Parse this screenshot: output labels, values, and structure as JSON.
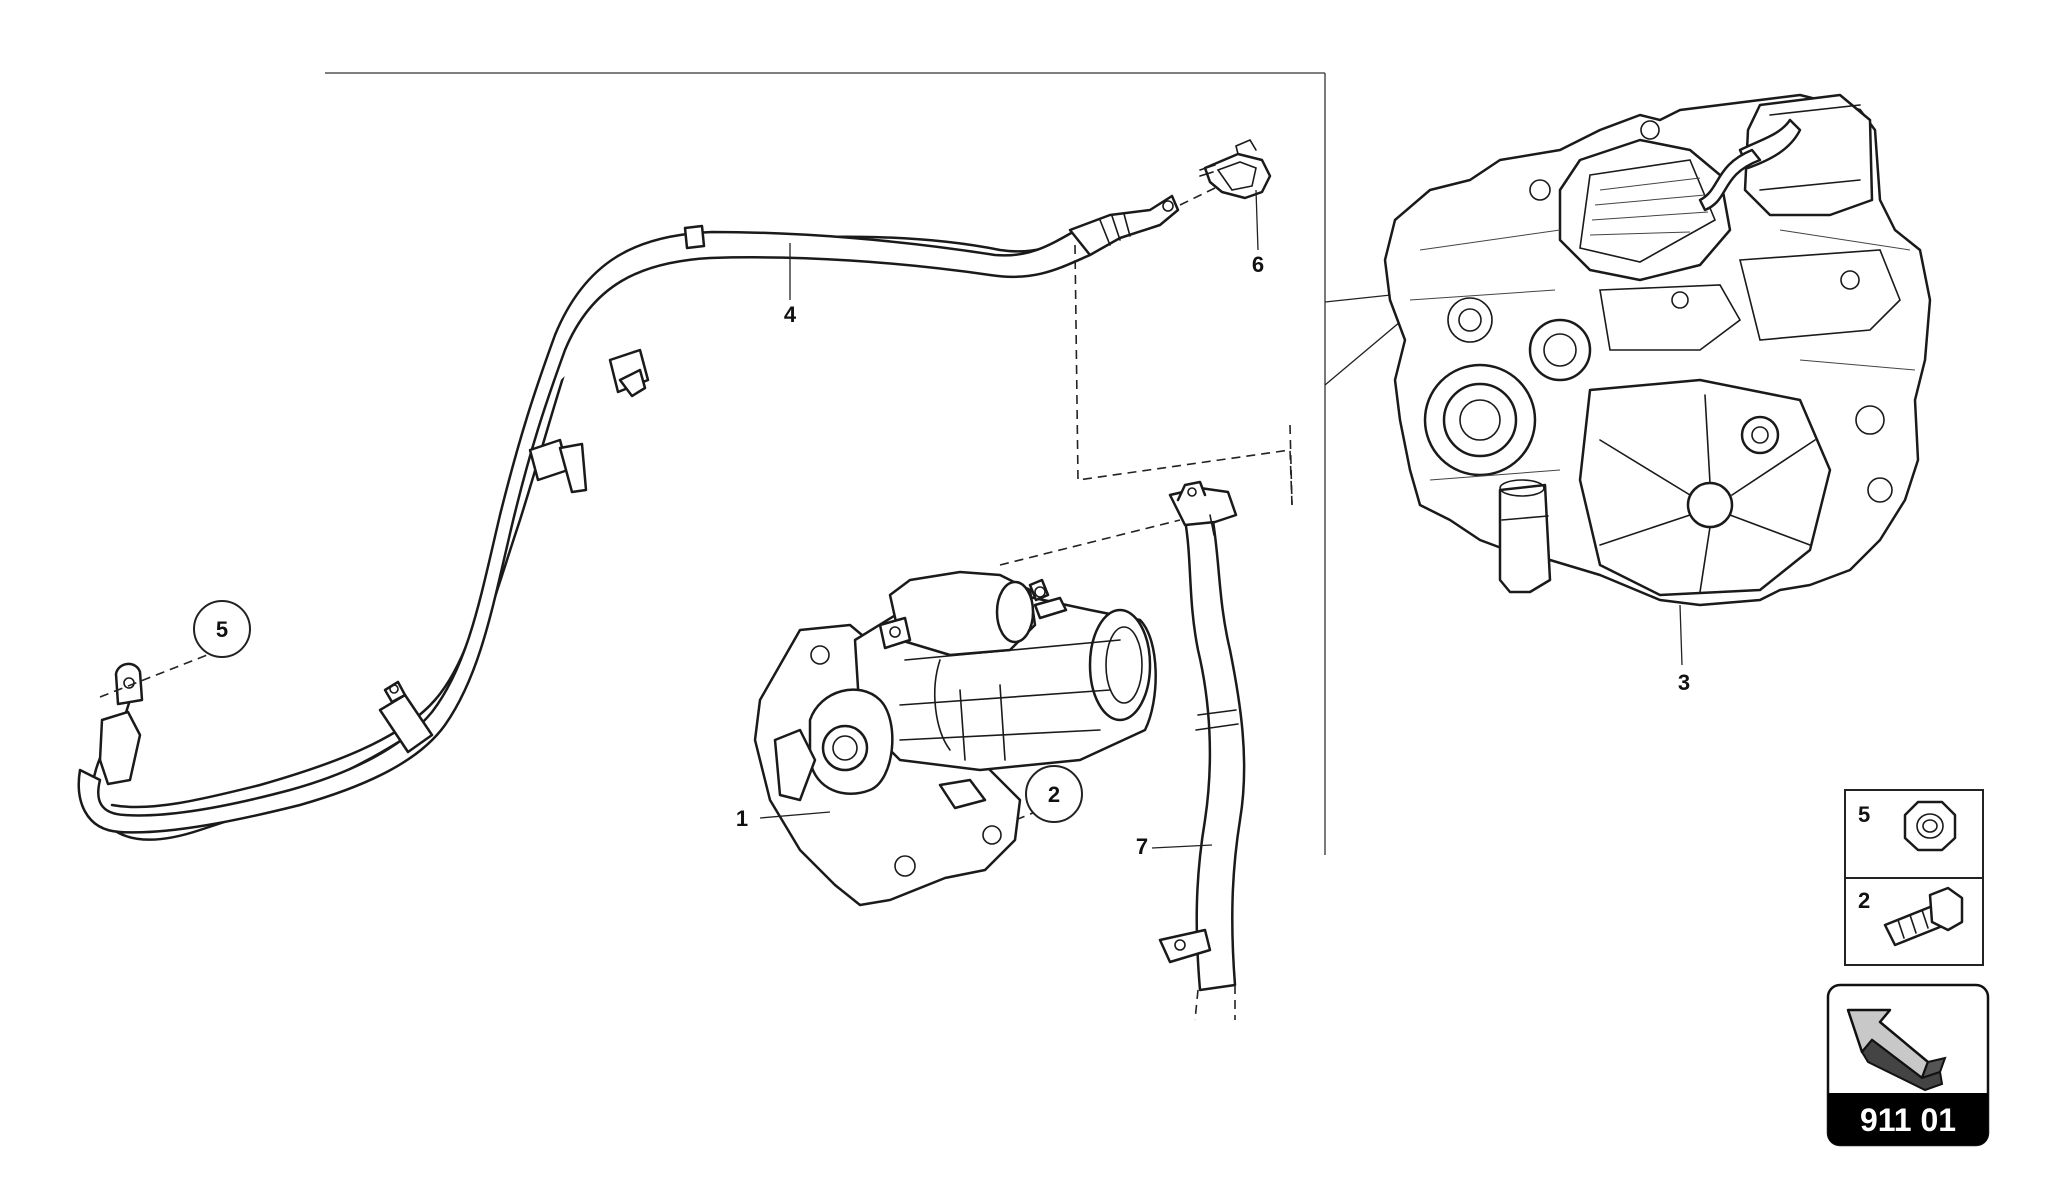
{
  "callouts": {
    "starter": "1",
    "bolt": "2",
    "gearbox": "3",
    "battery_cable": "4",
    "nut": "5",
    "terminal_cap": "6",
    "ground_cable": "7"
  },
  "legend": {
    "items": [
      {
        "number": "5",
        "icon": "hex-nut-icon"
      },
      {
        "number": "2",
        "icon": "hex-bolt-icon"
      }
    ]
  },
  "reference": {
    "icon": "direction-arrow-icon",
    "code": "911 01"
  },
  "colors": {
    "line": "#1a1a1a",
    "badge": "#000000",
    "badge_text": "#ffffff"
  }
}
